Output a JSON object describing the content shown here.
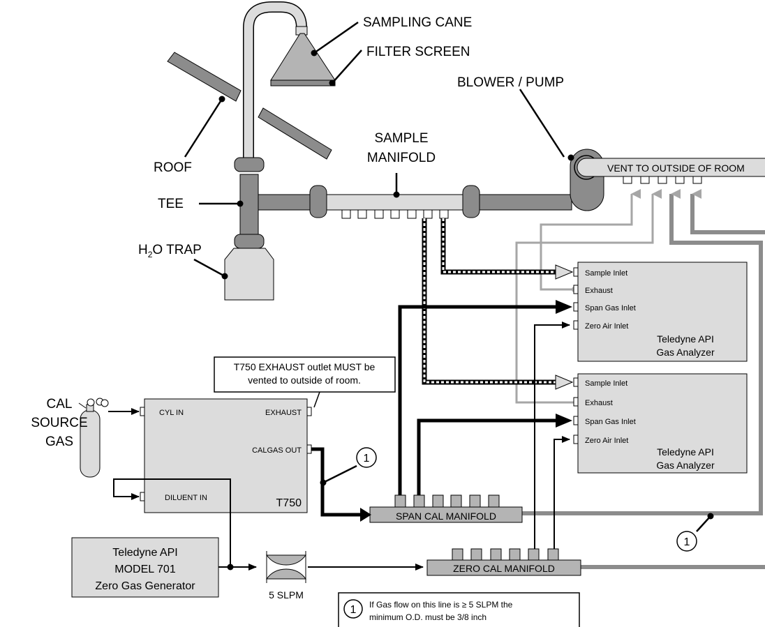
{
  "labels": {
    "sampling_cane": "SAMPLING CANE",
    "filter_screen": "FILTER SCREEN",
    "blower_pump": "BLOWER / PUMP",
    "roof": "ROOF",
    "tee": "TEE",
    "h2o_trap_h": "H",
    "h2o_trap_sub": "2",
    "h2o_trap_rest": "O TRAP",
    "sample_manifold_1": "SAMPLE",
    "sample_manifold_2": "MANIFOLD",
    "vent": "VENT TO OUTSIDE OF ROOM",
    "cal_source_1": "CAL",
    "cal_source_2": "SOURCE",
    "cal_source_3": "GAS",
    "span_cal_manifold": "SPAN CAL  MANIFOLD",
    "zero_cal_manifold": "ZERO CAL  MANIFOLD",
    "flow_5slpm": "5 SLPM",
    "callout_num": "1"
  },
  "exhaust_note": {
    "line1": "T750 EXHAUST outlet MUST be",
    "line2": "vented to outside of room."
  },
  "t750": {
    "name": "T750",
    "cyl_in": "CYL IN",
    "exhaust": "EXHAUST",
    "calgas_out": "CALGAS OUT",
    "diluent_in": "DILUENT IN"
  },
  "zero_gen": {
    "line1": "Teledyne API",
    "line2": "MODEL 701",
    "line3": "Zero Gas Generator"
  },
  "analyzers": [
    {
      "ports": [
        "Sample Inlet",
        "Exhaust",
        "Span Gas Inlet",
        "Zero Air Inlet"
      ],
      "name1": "Teledyne API",
      "name2": "Gas Analyzer"
    },
    {
      "ports": [
        "Sample Inlet",
        "Exhaust",
        "Span Gas Inlet",
        "Zero Air Inlet"
      ],
      "name1": "Teledyne API",
      "name2": "Gas Analyzer"
    }
  ],
  "legend_note": {
    "num": "1",
    "line1": "If Gas flow on this line is ≥ 5 SLPM the",
    "line2": "minimum O.D. must be 3/8 inch"
  },
  "colors": {
    "pipe_gray": "#8c8c8c",
    "fill_light": "#dcdcdc",
    "fill_mid": "#b4b4b4",
    "line_gray": "#a6a6a6"
  }
}
